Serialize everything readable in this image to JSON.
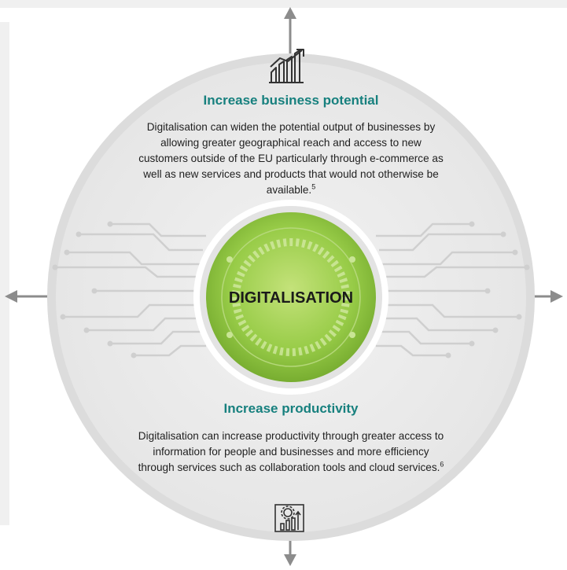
{
  "center": {
    "label": "DIGITALISATION"
  },
  "top": {
    "heading": "Increase business potential",
    "body": "Digitalisation can widen the potential output of businesses by allowing greater geographical reach and access to new customers outside of the EU particularly through e-commerce as well as new services and products that would not otherwise be available.",
    "footnote": "5",
    "icon": "growth-chart-icon"
  },
  "bottom": {
    "heading": "Increase productivity",
    "body": "Digitalisation can increase productivity through greater access to information for people and businesses and more efficiency through services such as collaboration tools and cloud services.",
    "footnote": "6",
    "icon": "gear-analytics-icon"
  },
  "colors": {
    "heading": "#17807e",
    "ring": "#d9d9d9",
    "disc": "#ececec",
    "center_green": "#8cc43c",
    "arrow": "#8c8c8c"
  }
}
